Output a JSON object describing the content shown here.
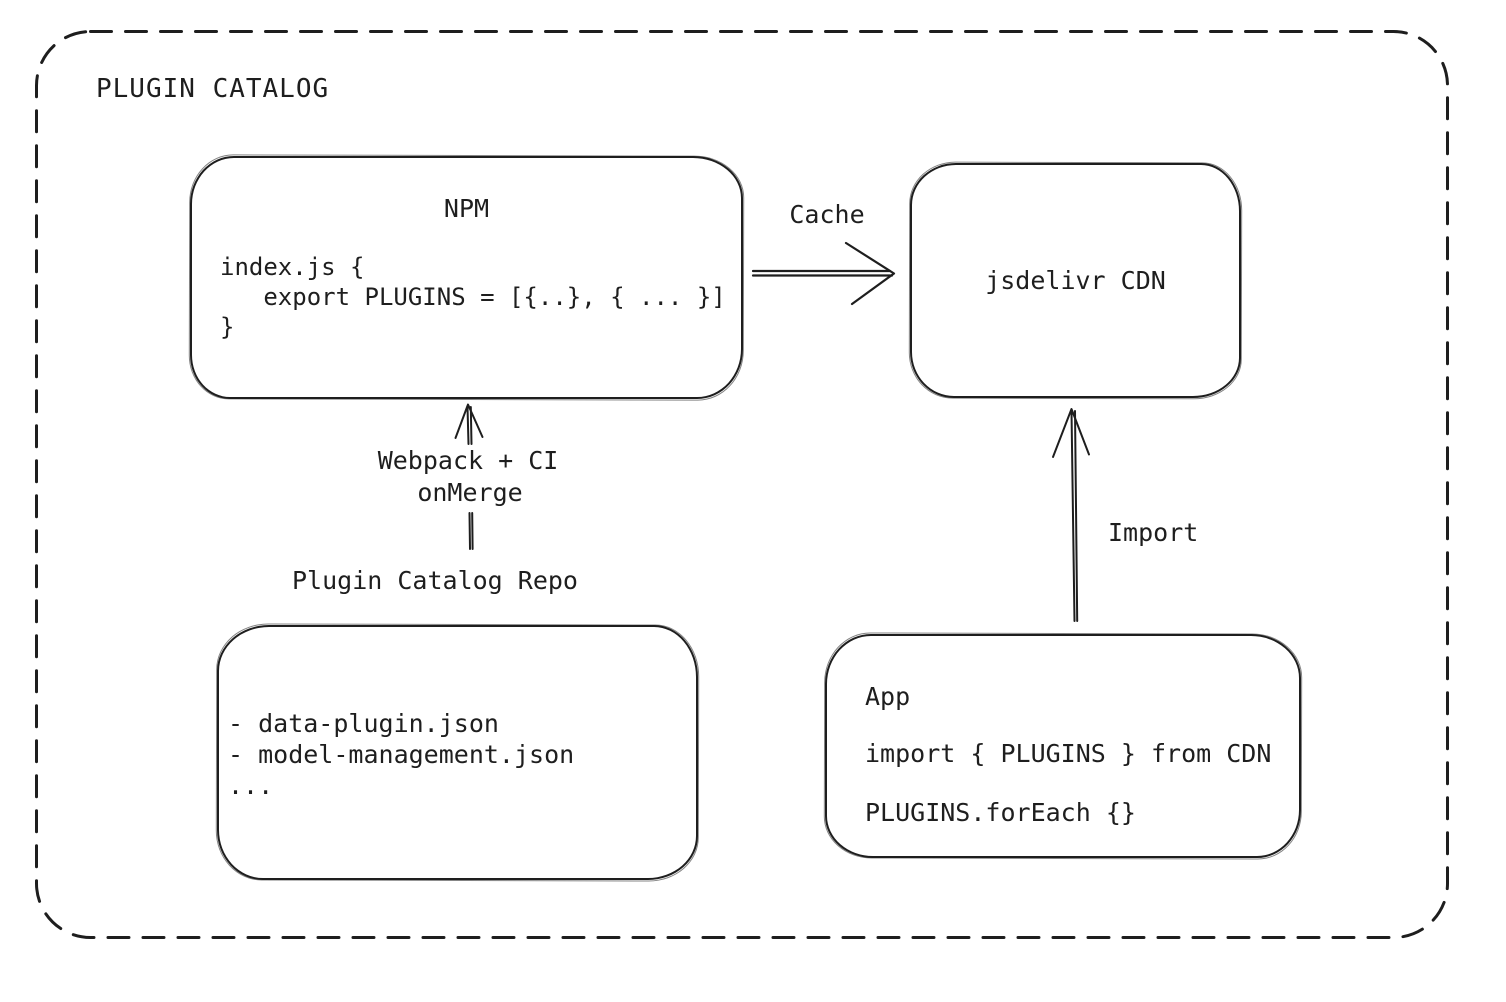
{
  "diagram": {
    "title": "PLUGIN CATALOG",
    "colors": {
      "stroke": "#1e1e1e",
      "background": "#ffffff"
    },
    "nodes": {
      "npm": {
        "title": "NPM",
        "code": [
          "index.js {",
          "   export PLUGINS = [{..}, { ... }]",
          "}"
        ]
      },
      "cdn": {
        "label": "jsdelivr CDN"
      },
      "repo": {
        "title": "Plugin Catalog Repo",
        "files": [
          "- data-plugin.json",
          "- model-management.json",
          "..."
        ]
      },
      "app": {
        "title": "App",
        "code": [
          "import { PLUGINS } from CDN",
          "PLUGINS.forEach {}"
        ]
      }
    },
    "edges": {
      "cache": {
        "label": "Cache",
        "from": "npm",
        "to": "cdn"
      },
      "build": {
        "label_line1": "Webpack + CI",
        "label_line2": "onMerge",
        "from": "repo",
        "to": "npm"
      },
      "import": {
        "label": "Import",
        "from": "app",
        "to": "cdn"
      }
    }
  }
}
